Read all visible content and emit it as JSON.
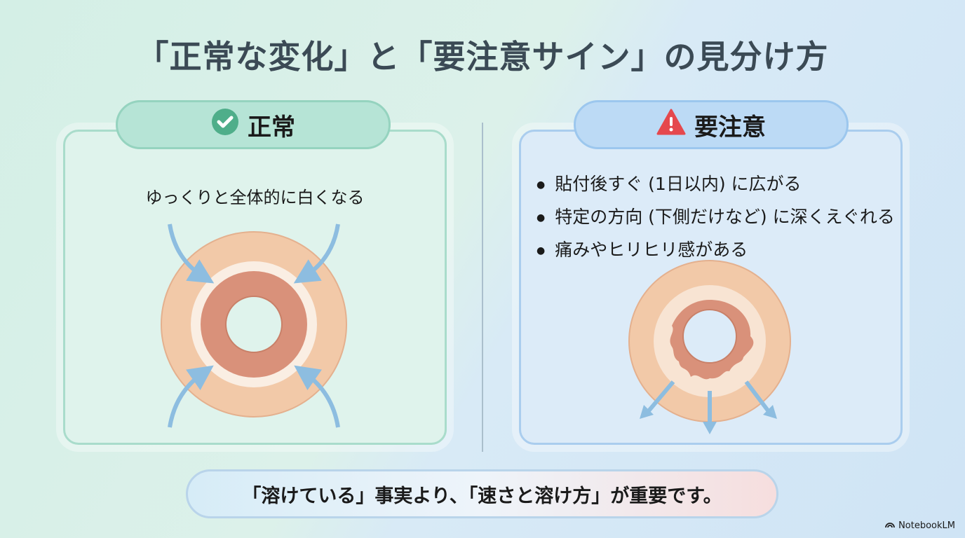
{
  "title": "「正常な変化」と「要注意サイン」の見分け方",
  "normal": {
    "label": "正常",
    "icon": "check-circle-icon",
    "description": "ゆっくりと全体的に白くなる"
  },
  "caution": {
    "label": "要注意",
    "icon": "warning-triangle-icon",
    "bullets": [
      "貼付後すぐ (1日以内) に広がる",
      "特定の方向 (下側だけなど) に深くえぐれる",
      "痛みやヒリヒリ感がある"
    ]
  },
  "banner": "「溶けている」事実より、「速さと溶け方」が重要です。",
  "brand": "NotebookLM",
  "colors": {
    "normal_accent": "#4fae8a",
    "caution_accent": "#e5484d",
    "skin": "#f2c9a8",
    "ring": "#d9917a",
    "arrow": "#8dbde0"
  }
}
